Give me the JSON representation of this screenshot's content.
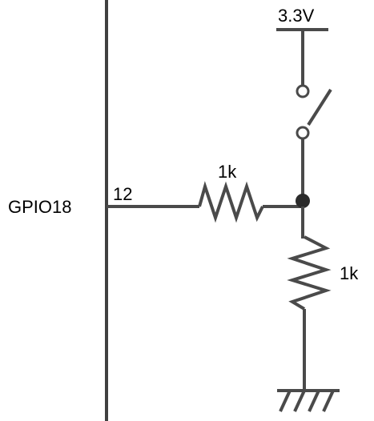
{
  "labels": {
    "supply": "3.3V",
    "pin_name": "GPIO18",
    "pin_number": "12",
    "resistor_series": "1k",
    "resistor_pulldown": "1k"
  },
  "colors": {
    "wire": "#4a4a4a",
    "bus": "#404040",
    "junction": "#2b2b2b",
    "text": "#000000",
    "background": "#ffffff"
  },
  "components": {
    "power_rail": "3.3V",
    "switch": "normally-open pushbutton",
    "series_resistor": "1k",
    "pulldown_resistor": "1k",
    "ground": "ground symbol"
  }
}
